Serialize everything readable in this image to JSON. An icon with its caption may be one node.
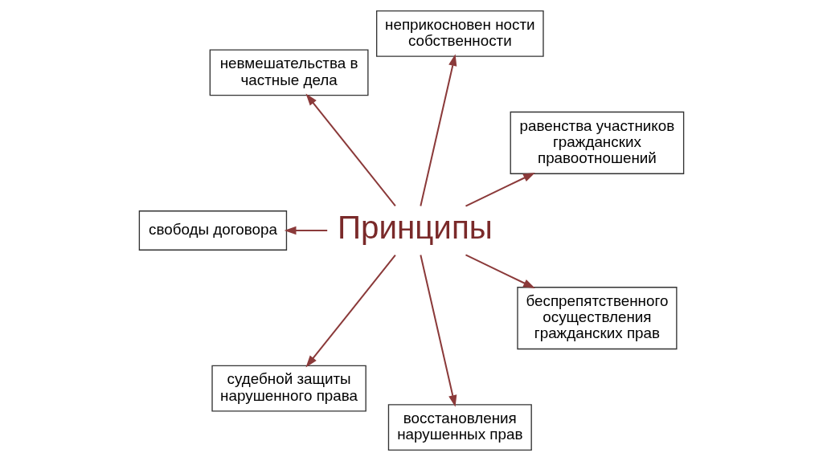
{
  "diagram": {
    "nodes": [
      {
        "text": [
          "Принципы"
        ]
      },
      {
        "text": [
          "равенства участников гражданских правоотношений"
        ]
      },
      {
        "text": [
          "неприкосновен ности собственности"
        ]
      },
      {
        "text": [
          "невмешательства в частные дела"
        ]
      },
      {
        "text": [
          "свободы договора"
        ]
      },
      {
        "text": [
          "судебной защиты нарушенного права"
        ]
      },
      {
        "text": [
          "восстановления нарушенных прав"
        ]
      },
      {
        "text": [
          "беспрепятственного осуществления гражданских прав"
        ]
      }
    ],
    "edges": [
      {
        "from": 0,
        "to": 1,
        "arrow": "to"
      },
      {
        "from": 0,
        "to": 2,
        "arrow": "to"
      },
      {
        "from": 0,
        "to": 3,
        "arrow": "to"
      },
      {
        "from": 0,
        "to": 4,
        "arrow": "to"
      },
      {
        "from": 0,
        "to": 5,
        "arrow": "to"
      },
      {
        "from": 0,
        "to": 6,
        "arrow": "to"
      },
      {
        "from": 0,
        "to": 7,
        "arrow": "to"
      }
    ]
  }
}
